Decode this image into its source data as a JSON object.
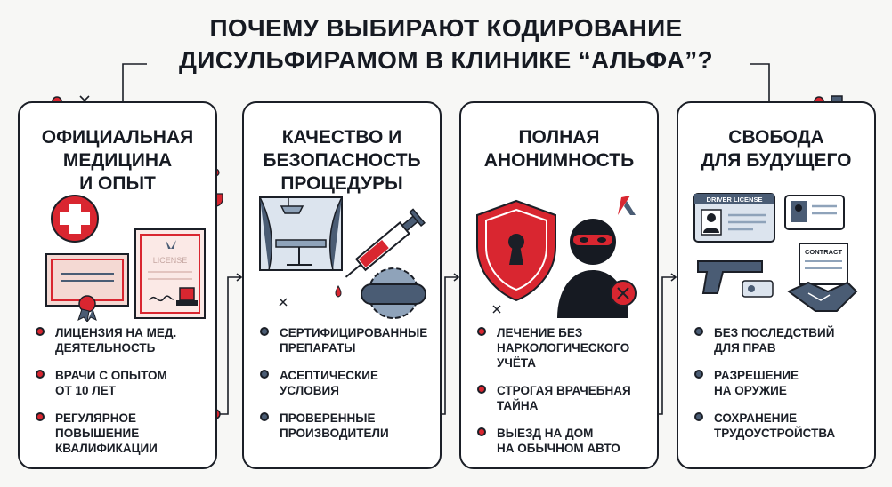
{
  "header": {
    "title_line1": "ПОЧЕМУ ВЫБИРАЮТ КОДИРОВАНИЕ",
    "title_line2": "ДИСУЛЬФИРАМОМ В КЛИНИКЕ “АЛЬФА”?"
  },
  "colors": {
    "accent_red": "#d92630",
    "slate": "#4a5c74",
    "ink": "#1b1f27"
  },
  "cards": [
    {
      "title_lines": [
        "ОФИЦИАЛЬНАЯ",
        "МЕДИЦИНА",
        "И ОПЫТ"
      ],
      "icons": [
        "medical-cross-icon",
        "certificate-icon",
        "license-document-icon"
      ],
      "license_text": "LICENSE",
      "bullet_color": "red",
      "items": [
        {
          "line1": "ЛИЦЕНЗИЯ НА МЕД.",
          "line2": "ДЕЯТЕЛЬНОСТЬ",
          "line3": ""
        },
        {
          "line1": "ВРАЧИ С ОПЫТОМ",
          "line2": "ОТ 10 ЛЕТ",
          "line3": ""
        },
        {
          "line1": "РЕГУЛЯРНОЕ",
          "line2": "ПОВЫШЕНИЕ",
          "line3": "КВАЛИФИКАЦИИ"
        }
      ]
    },
    {
      "title_lines": [
        "КАЧЕСТВО И",
        "БЕЗОПАСНОСТЬ",
        "ПРОЦЕДУРЫ"
      ],
      "icons": [
        "operating-room-icon",
        "syringe-icon",
        "pill-capsule-icon"
      ],
      "bullet_color": "slate",
      "items": [
        {
          "line1": "СЕРТИФИЦИРОВАННЫЕ",
          "line2": "ПРЕПАРАТЫ",
          "line3": ""
        },
        {
          "line1": "АСЕПТИЧЕСКИЕ",
          "line2": "УСЛОВИЯ",
          "line3": ""
        },
        {
          "line1": "ПРОВЕРЕННЫЕ",
          "line2": "ПРОИЗВОДИТЕЛИ",
          "line3": ""
        }
      ]
    },
    {
      "title_lines": [
        "ПОЛНАЯ",
        "АНОНИМНОСТЬ",
        ""
      ],
      "icons": [
        "shield-keyhole-icon",
        "anonymous-person-icon",
        "alfa-logo-icon"
      ],
      "bullet_color": "red",
      "items": [
        {
          "line1": "ЛЕЧЕНИЕ БЕЗ",
          "line2": "НАРКОЛОГИЧЕСКОГО",
          "line3": "УЧЁТА"
        },
        {
          "line1": "СТРОГАЯ ВРАЧЕБНАЯ",
          "line2": "ТАЙНА",
          "line3": ""
        },
        {
          "line1": "ВЫЕЗД НА ДОМ",
          "line2": "НА ОБЫЧНОМ АВТО",
          "line3": ""
        }
      ]
    },
    {
      "title_lines": [
        "СВОБОДА",
        "ДЛЯ БУДУЩЕГО",
        ""
      ],
      "icons": [
        "driver-license-icon",
        "id-card-icon",
        "pistol-icon",
        "contract-handshake-icon"
      ],
      "driver_license_text": "DRIVER LICENSE",
      "contract_text": "CONTRACT",
      "bullet_color": "slate",
      "items": [
        {
          "line1": "БЕЗ ПОСЛЕДСТВИЙ",
          "line2": "ДЛЯ ПРАВ",
          "line3": ""
        },
        {
          "line1": "РАЗРЕШЕНИЕ",
          "line2": "НА ОРУЖИЕ",
          "line3": ""
        },
        {
          "line1": "СОХРАНЕНИЕ",
          "line2": "ТРУДОУСТРОЙСТВА",
          "line3": ""
        }
      ]
    }
  ]
}
